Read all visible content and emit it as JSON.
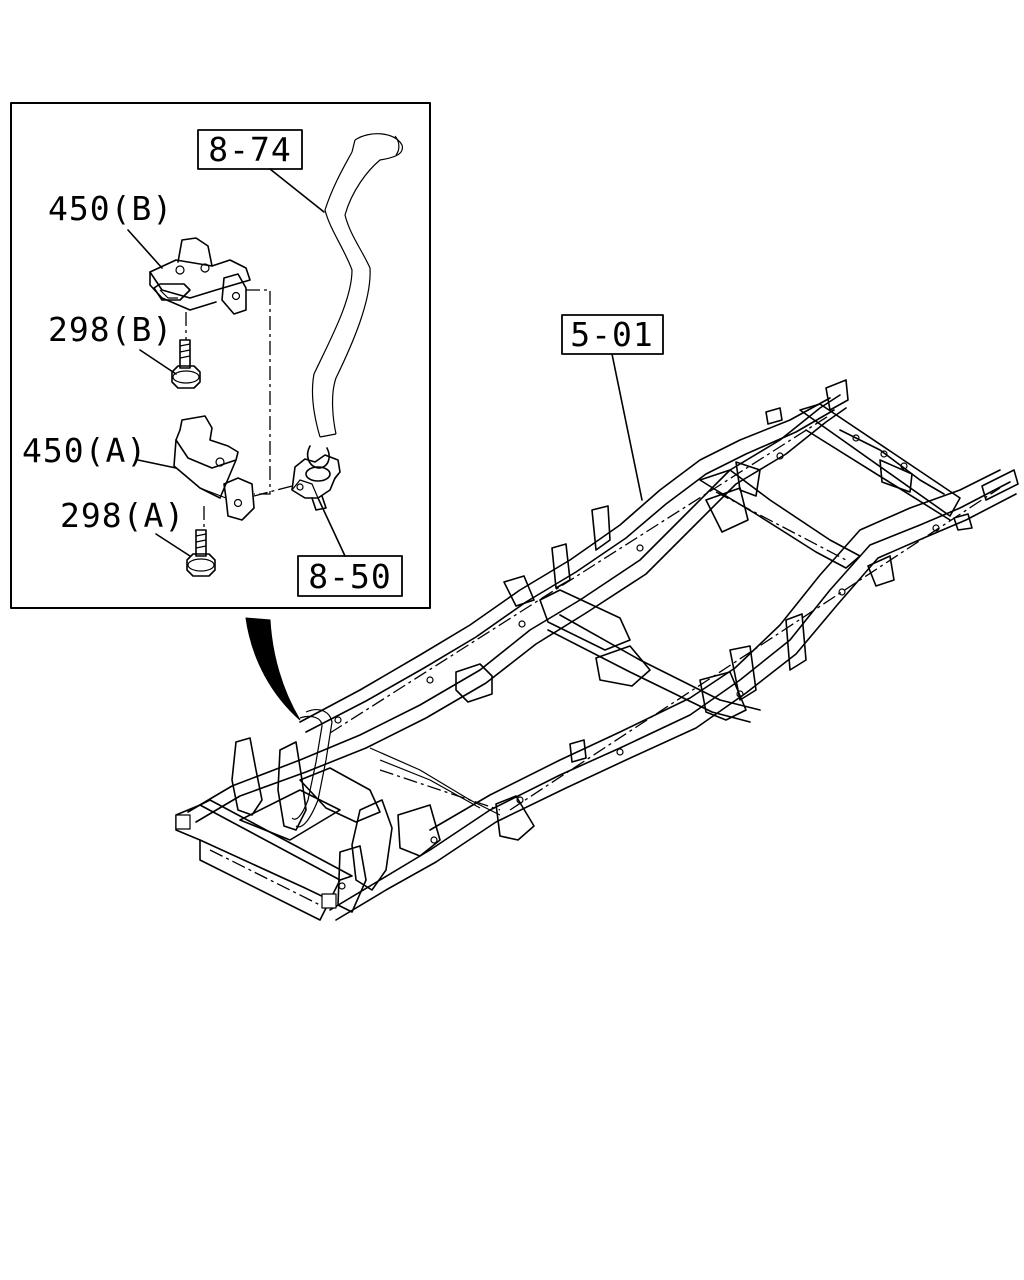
{
  "diagram": {
    "callouts": {
      "pipe": "8-74",
      "clip": "8-50",
      "frame": "5-01"
    },
    "labels": {
      "bracket_b": "450(B)",
      "bolt_b": "298(B)",
      "bracket_a": "450(A)",
      "bolt_a": "298(A)"
    }
  }
}
